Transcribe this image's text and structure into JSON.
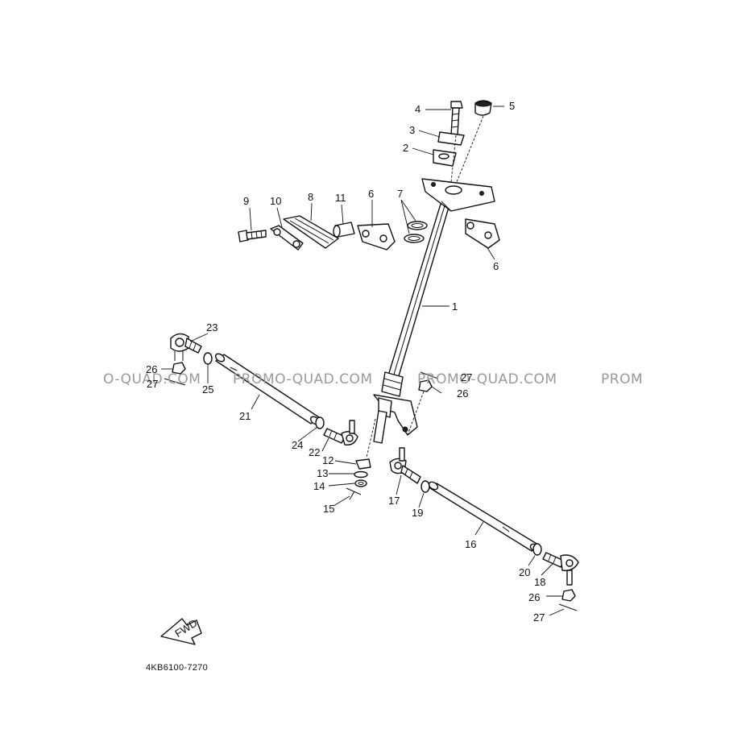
{
  "diagram": {
    "code": "4KB6100-7270",
    "fwd_label": "FWD",
    "watermarks": [
      "O-QUAD.COM",
      "PROMO-QUAD.COM",
      "PROMO-QUAD.COM",
      "PROM"
    ],
    "callouts": [
      "1",
      "2",
      "3",
      "4",
      "5",
      "6",
      "6",
      "7",
      "8",
      "9",
      "10",
      "11",
      "12",
      "13",
      "14",
      "15",
      "16",
      "17",
      "18",
      "19",
      "20",
      "21",
      "22",
      "23",
      "24",
      "25",
      "26",
      "26",
      "26",
      "27",
      "27",
      "27"
    ]
  }
}
